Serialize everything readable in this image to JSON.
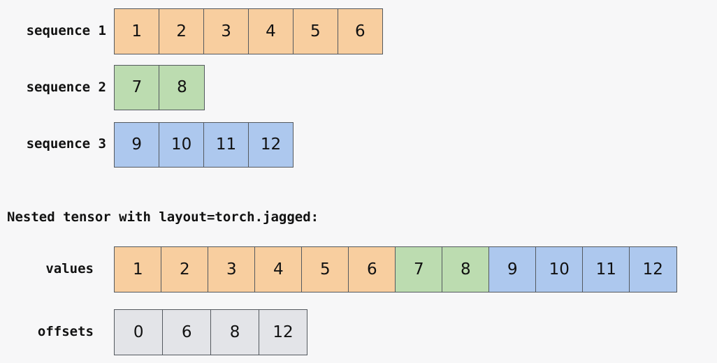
{
  "background_color": "#f7f7f8",
  "palette": {
    "orange": "#f8ce9f",
    "green": "#bcdcb0",
    "blue": "#adc8ee",
    "gray": "#e3e4e8",
    "border": "#54595f",
    "text": "#111111"
  },
  "heading": "Nested tensor with layout=torch.jagged:",
  "sequences": [
    {
      "label": "sequence 1",
      "color": "orange",
      "values": [
        "1",
        "2",
        "3",
        "4",
        "5",
        "6"
      ]
    },
    {
      "label": "sequence 2",
      "color": "green",
      "values": [
        "7",
        "8"
      ]
    },
    {
      "label": "sequence 3",
      "color": "blue",
      "values": [
        "9",
        "10",
        "11",
        "12"
      ]
    }
  ],
  "nested": {
    "values": {
      "label": "values",
      "cells": [
        {
          "text": "1",
          "color": "orange"
        },
        {
          "text": "2",
          "color": "orange"
        },
        {
          "text": "3",
          "color": "orange"
        },
        {
          "text": "4",
          "color": "orange"
        },
        {
          "text": "5",
          "color": "orange"
        },
        {
          "text": "6",
          "color": "orange"
        },
        {
          "text": "7",
          "color": "green"
        },
        {
          "text": "8",
          "color": "green"
        },
        {
          "text": "9",
          "color": "blue"
        },
        {
          "text": "10",
          "color": "blue"
        },
        {
          "text": "11",
          "color": "blue"
        },
        {
          "text": "12",
          "color": "blue"
        }
      ]
    },
    "offsets": {
      "label": "offsets",
      "cells": [
        {
          "text": "0",
          "color": "gray"
        },
        {
          "text": "6",
          "color": "gray"
        },
        {
          "text": "8",
          "color": "gray"
        },
        {
          "text": "12",
          "color": "gray"
        }
      ]
    }
  },
  "chart_data": {
    "type": "table",
    "title": "Nested tensor with layout=torch.jagged:",
    "rows": [
      {
        "name": "sequence 1",
        "values": [
          1,
          2,
          3,
          4,
          5,
          6
        ]
      },
      {
        "name": "sequence 2",
        "values": [
          7,
          8
        ]
      },
      {
        "name": "sequence 3",
        "values": [
          9,
          10,
          11,
          12
        ]
      },
      {
        "name": "values",
        "values": [
          1,
          2,
          3,
          4,
          5,
          6,
          7,
          8,
          9,
          10,
          11,
          12
        ]
      },
      {
        "name": "offsets",
        "values": [
          0,
          6,
          8,
          12
        ]
      }
    ]
  }
}
